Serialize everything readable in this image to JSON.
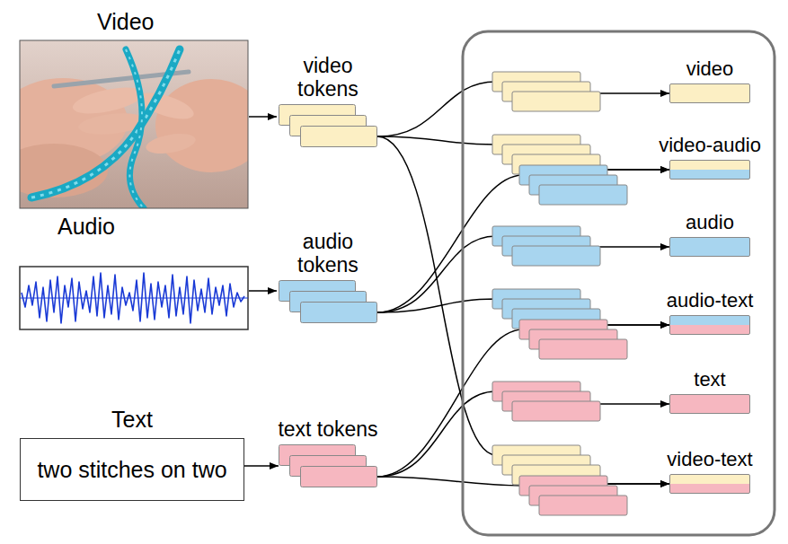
{
  "diagram": {
    "nodes": [
      {
        "text": [
          "video tokens"
        ]
      },
      {
        "text": [
          "audio tokens"
        ]
      },
      {
        "text": [
          "Text",
          "two stitches on two"
        ]
      },
      {
        "text": [
          "text tokens"
        ]
      },
      {
        "text": [
          "video"
        ]
      },
      {
        "text": [
          "video-audio"
        ]
      },
      {
        "text": [
          "audio"
        ]
      },
      {
        "text": [
          "audio-text"
        ]
      },
      {
        "text": [
          "text"
        ]
      },
      {
        "text": [
          "video-text"
        ]
      }
    ],
    "edges": [
      {
        "from": 0,
        "to": 4,
        "arrow": "to"
      },
      {
        "from": 0,
        "to": 5,
        "arrow": "to"
      },
      {
        "from": 0,
        "to": 9,
        "arrow": "to"
      },
      {
        "from": 1,
        "to": 5,
        "arrow": "to"
      },
      {
        "from": 1,
        "to": 6,
        "arrow": "to"
      },
      {
        "from": 1,
        "to": 7,
        "arrow": "to"
      },
      {
        "from": 2,
        "to": 3,
        "arrow": "to"
      },
      {
        "from": 3,
        "to": 7,
        "arrow": "to"
      },
      {
        "from": 3,
        "to": 8,
        "arrow": "to"
      },
      {
        "from": 3,
        "to": 9,
        "arrow": "to"
      }
    ],
    "labels": [
      "Video",
      "Audio"
    ]
  }
}
